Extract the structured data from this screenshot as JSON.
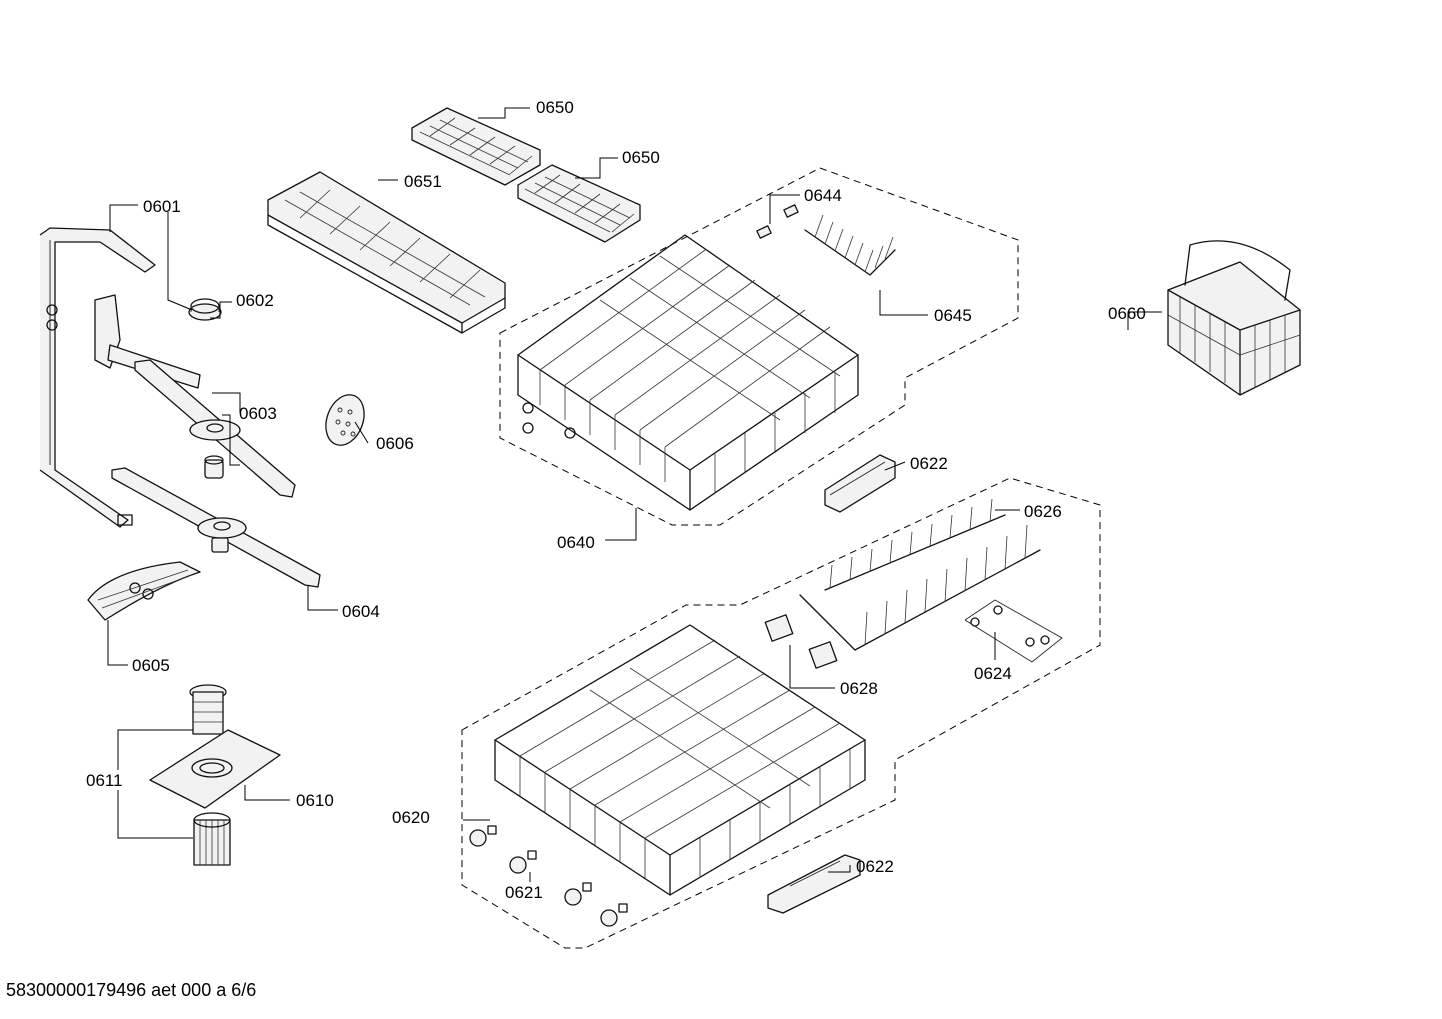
{
  "diagram": {
    "labels": {
      "p0650a": "0650",
      "p0650b": "0650",
      "p0651": "0651",
      "p0601": "0601",
      "p0602": "0602",
      "p0603": "0603",
      "p0606": "0606",
      "p0604": "0604",
      "p0605": "0605",
      "p0611": "0611",
      "p0610": "0610",
      "p0644": "0644",
      "p0645": "0645",
      "p0640": "0640",
      "p0660": "0660",
      "p0622a": "0622",
      "p0626": "0626",
      "p0628": "0628",
      "p0624": "0624",
      "p0620": "0620",
      "p0621": "0621",
      "p0622b": "0622"
    }
  },
  "footer": {
    "doc_id": "58300000179496 aet 000 a 6/6"
  }
}
